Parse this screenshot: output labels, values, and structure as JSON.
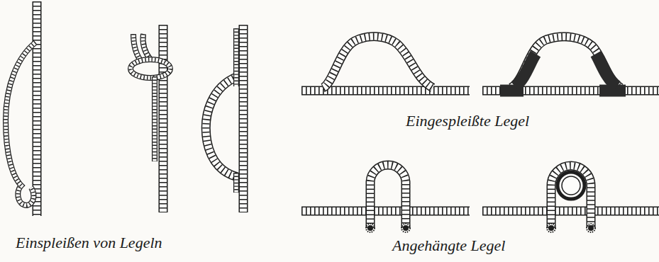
{
  "diagram": {
    "labels": [
      "Einspleißen von Legeln",
      "Eingespleißte Legel",
      "Angehängte Legel"
    ]
  }
}
